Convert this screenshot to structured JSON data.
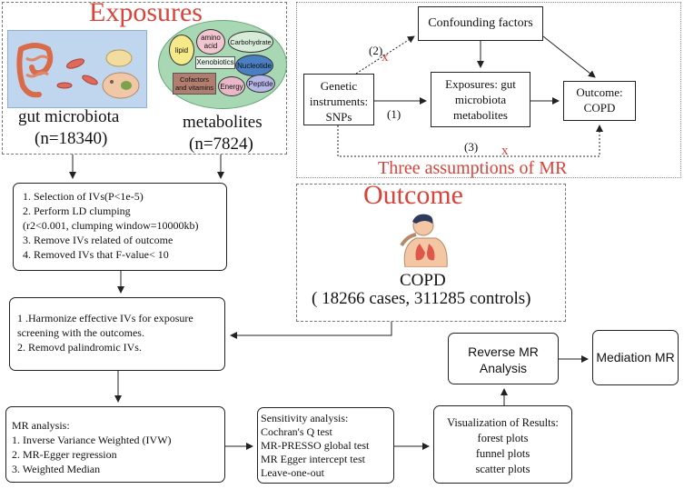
{
  "exposures": {
    "title": "Exposures",
    "gut_label": "gut microbiota",
    "gut_count": "(n=18340)",
    "met_label": "metabolites",
    "met_count": "(n=7824)",
    "met_classes": [
      "lipid",
      "amino acid",
      "Carbohydrate",
      "Xenobiotics",
      "Nucleotide",
      "Cofactors and vitamins",
      "Energy",
      "Peptide"
    ]
  },
  "mr": {
    "confounding": "Confounding factors",
    "genetic": "Genetic instruments: SNPs",
    "exposures": "Exposures: gut microbiota metabolites",
    "outcome": "Outcome: COPD",
    "label1": "(1)",
    "label2": "(2)",
    "label3": "(3)",
    "cross": "x",
    "caption": "Three assumptions of MR"
  },
  "outcome": {
    "title": "Outcome",
    "disease": "COPD",
    "counts": "( 18266 cases, 311285 controls)"
  },
  "iv_selection": [
    "1. Selection of IVs(P<1e-5)",
    "2. Perform LD clumping",
    "(r2<0.001, clumping window=10000kb)",
    "3. Remove IVs related of outcome",
    "4. Removed IVs that F-value< 10"
  ],
  "harmonize": [
    "1 .Harmonize effective IVs for exposure",
    "screening with the outcomes.",
    "2. Removd palindromic IVs."
  ],
  "mr_analysis": [
    "MR analysis:",
    "1. Inverse Variance Weighted (IVW)",
    "2. MR-Egger regression",
    "3. Weighted Median"
  ],
  "sensitivity": [
    "Sensitivity analysis:",
    "Cochran's Q test",
    "MR-PRESSO global test",
    "MR Egger intercept test",
    "Leave-one-out"
  ],
  "visualization": [
    "Visualization of Results:",
    "forest plots",
    "funnel plots",
    "scatter plots"
  ],
  "reverse_mr": "Reverse MR Analysis",
  "mediation_mr": "Mediation MR",
  "colors": {
    "title_red": "#d9433a",
    "gut_panel": "#bfd6ee",
    "met_panel": "#a8d7b4",
    "bubble_green": "#d6ecd9",
    "bubble_blue": "#4a7fc1",
    "bubble_brown": "#b07d6e"
  }
}
